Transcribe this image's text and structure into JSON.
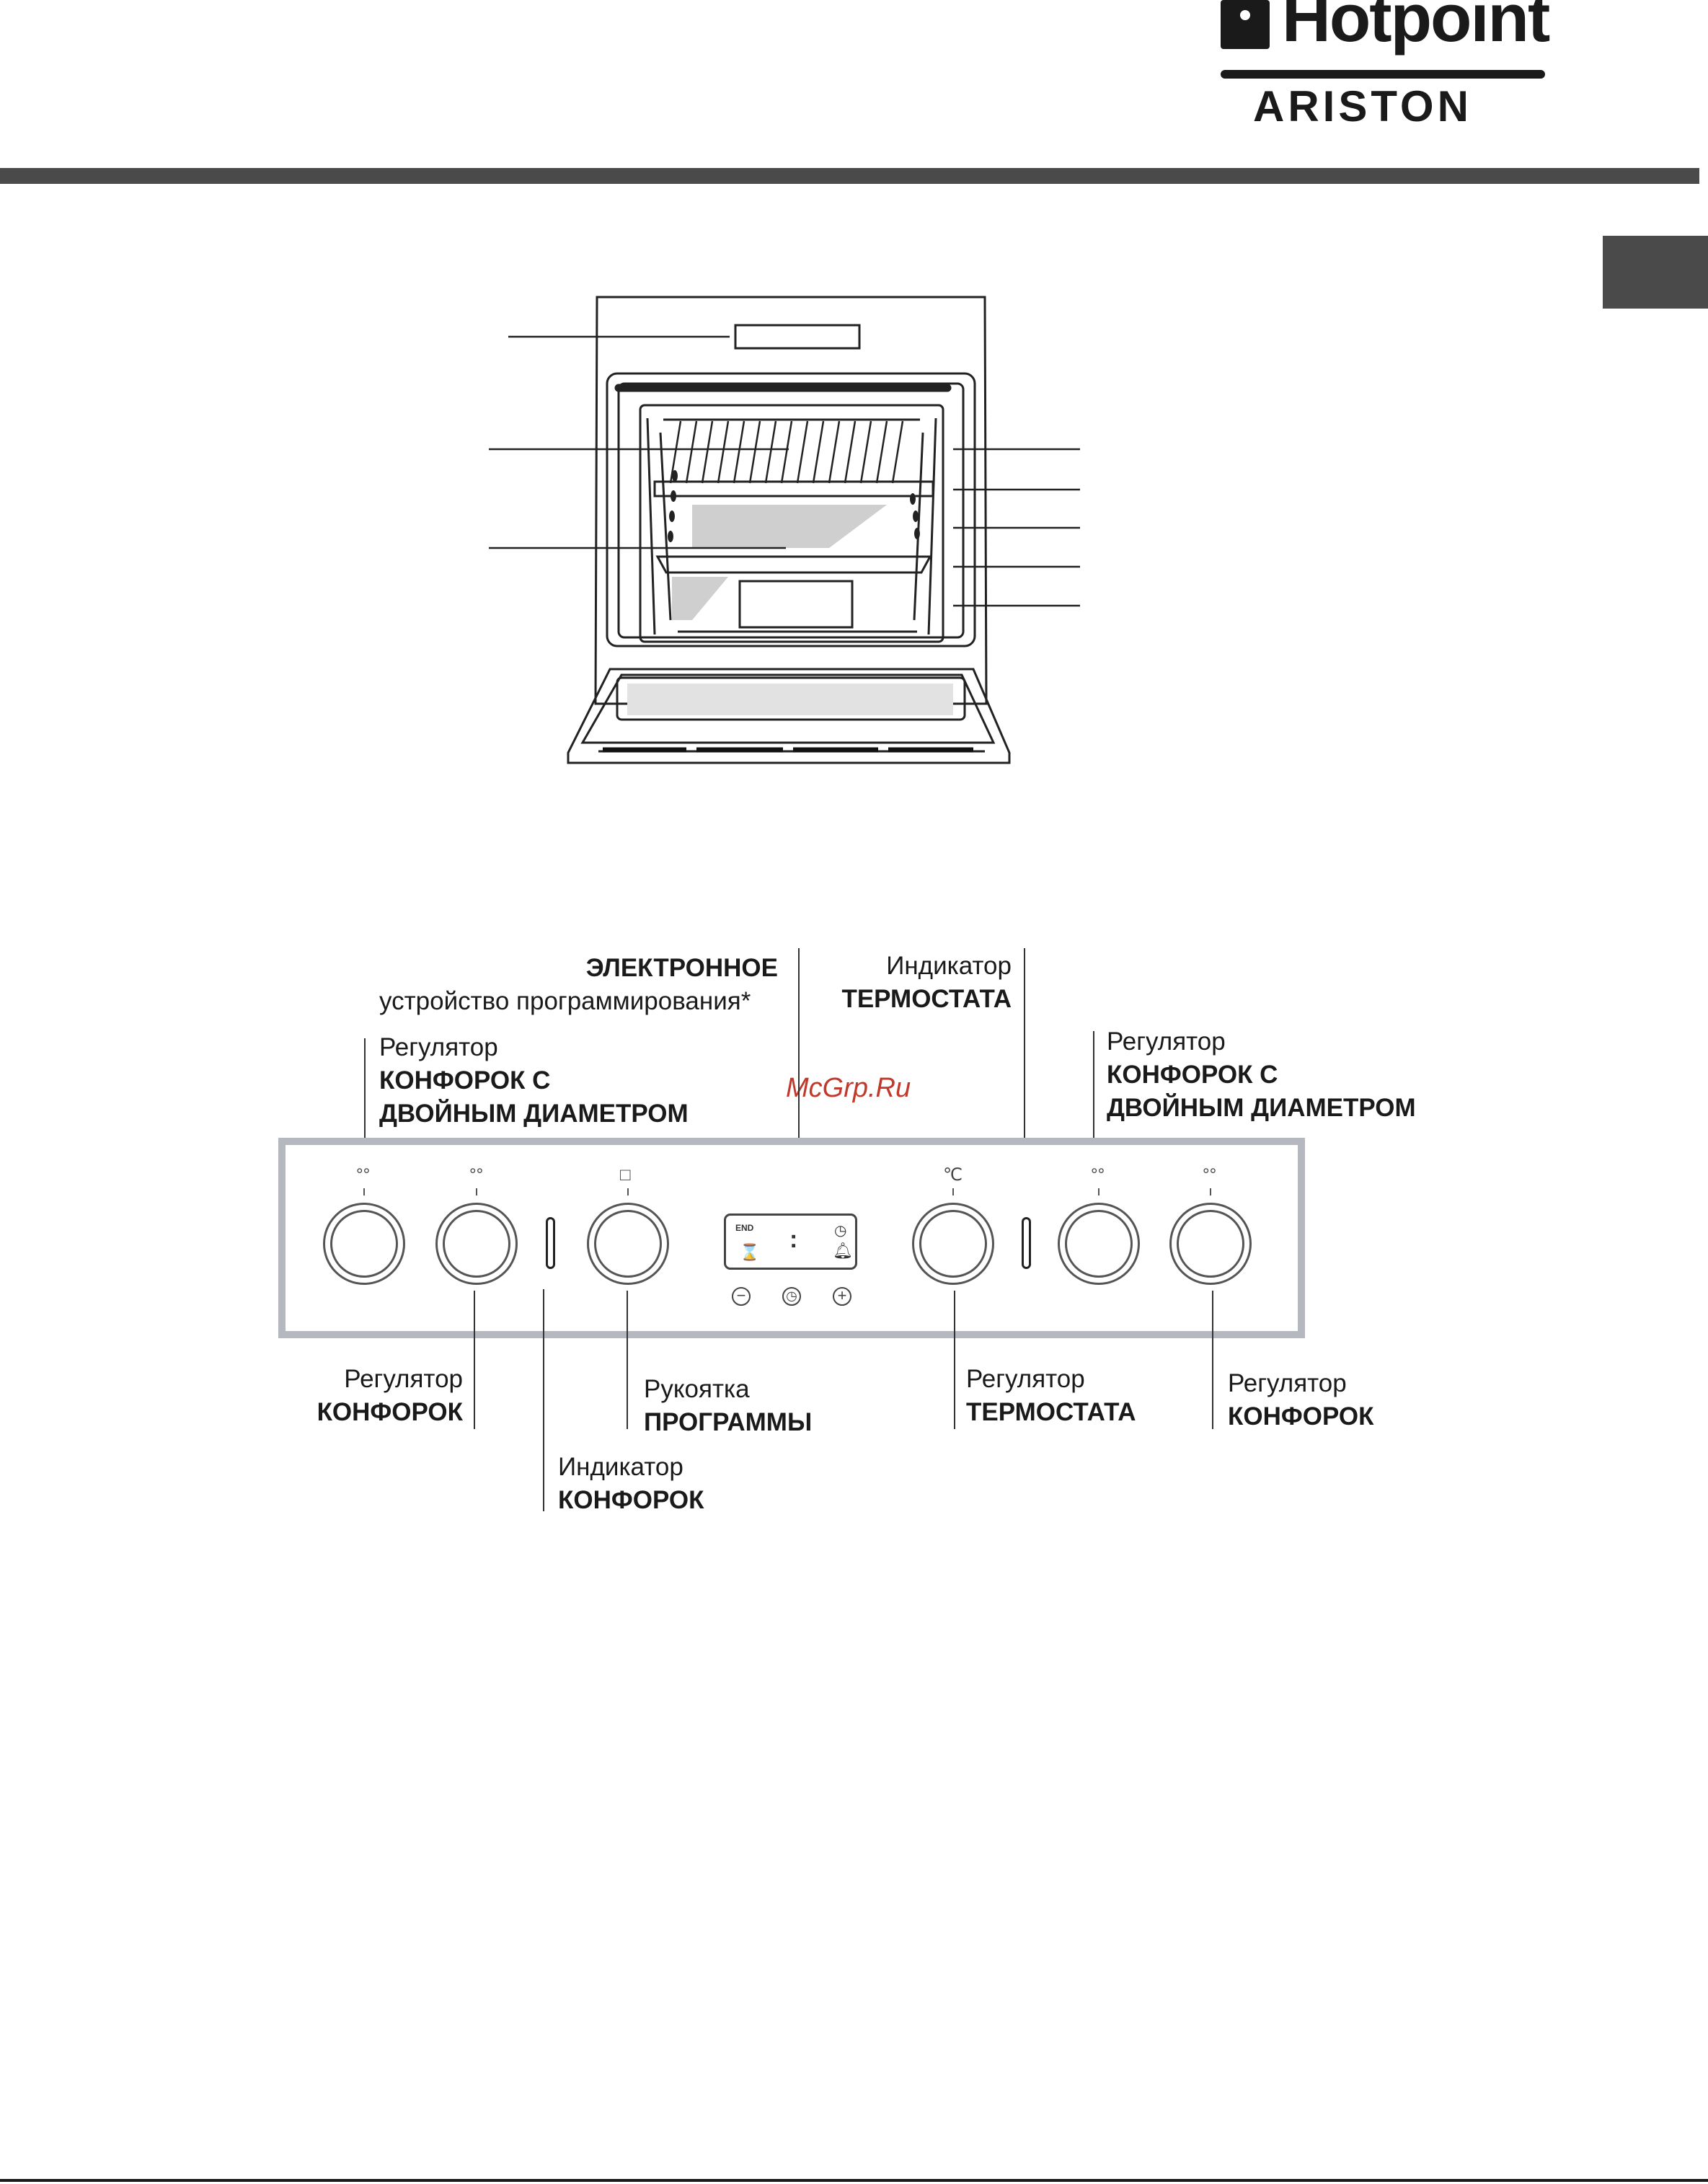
{
  "brand": {
    "name": "Hotpoint",
    "sub": "ARISTON"
  },
  "watermark": "McGrp.Ru",
  "labels": {
    "electronic_bold": "ЭЛЕКТРОННОЕ",
    "electronic_sub": "устройство программирования*",
    "thermo_ind_1": "Индикатор",
    "thermo_ind_2": "ТЕРМОСТАТА",
    "dual_left_1": "Регулятор",
    "dual_left_2": "КОНФОРОК С",
    "dual_left_3": "ДВОЙНЫМ ДИАМЕТРОМ",
    "dual_right_1": "Регулятор",
    "dual_right_2": "КОНФОРОК С",
    "dual_right_3": "ДВОЙНЫМ ДИАМЕТРОМ",
    "hob_left_1": "Регулятор",
    "hob_left_2": "КОНФОРОК",
    "hob_ind_1": "Индикатор",
    "hob_ind_2": "КОНФОРОК",
    "prog_1": "Рукоятка",
    "prog_2": "ПРОГРАММЫ",
    "thermo_reg_1": "Регулятор",
    "thermo_reg_2": "ТЕРМОСТАТА",
    "hob_right_1": "Регулятор",
    "hob_right_2": "КОНФОРОК"
  },
  "panel": {
    "symbols": [
      "°°",
      "°°",
      "□",
      "℃",
      "°°",
      "°°"
    ],
    "display": {
      "end": "END",
      "colon": ":",
      "minus": "−",
      "plus": "+"
    }
  },
  "icons": [
    "logo-square-icon",
    "knob-icon",
    "clock-icon",
    "bell-icon",
    "hourglass-icon",
    "minus-icon",
    "plus-icon"
  ]
}
